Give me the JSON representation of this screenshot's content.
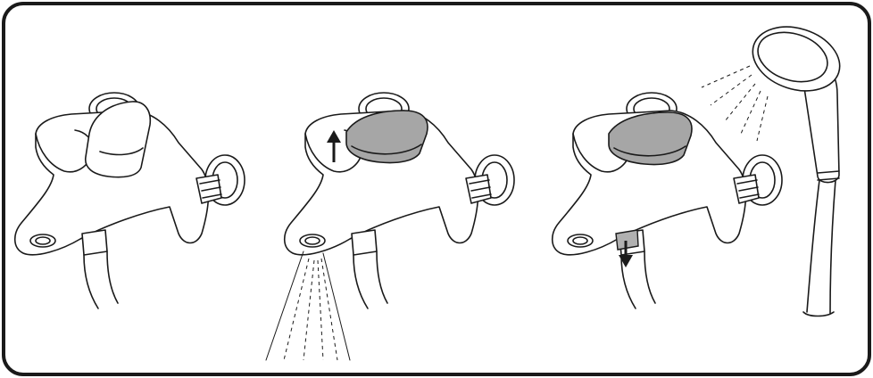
{
  "figure": {
    "panels": [
      {
        "id": "panel-1",
        "state": "mixer closed, lever neutral"
      },
      {
        "id": "panel-2",
        "state": "lever raised, water flows from spout",
        "arrow": "up"
      },
      {
        "id": "panel-3",
        "state": "diverter pulled down, water flows to hand shower",
        "arrow": "down"
      }
    ],
    "colors": {
      "outline": "#1a1a1a",
      "frame": "#1a1a1a",
      "lever_highlight": "#a6a6a6",
      "diverter_highlight": "#b0b0b0",
      "background": "#ffffff"
    }
  }
}
